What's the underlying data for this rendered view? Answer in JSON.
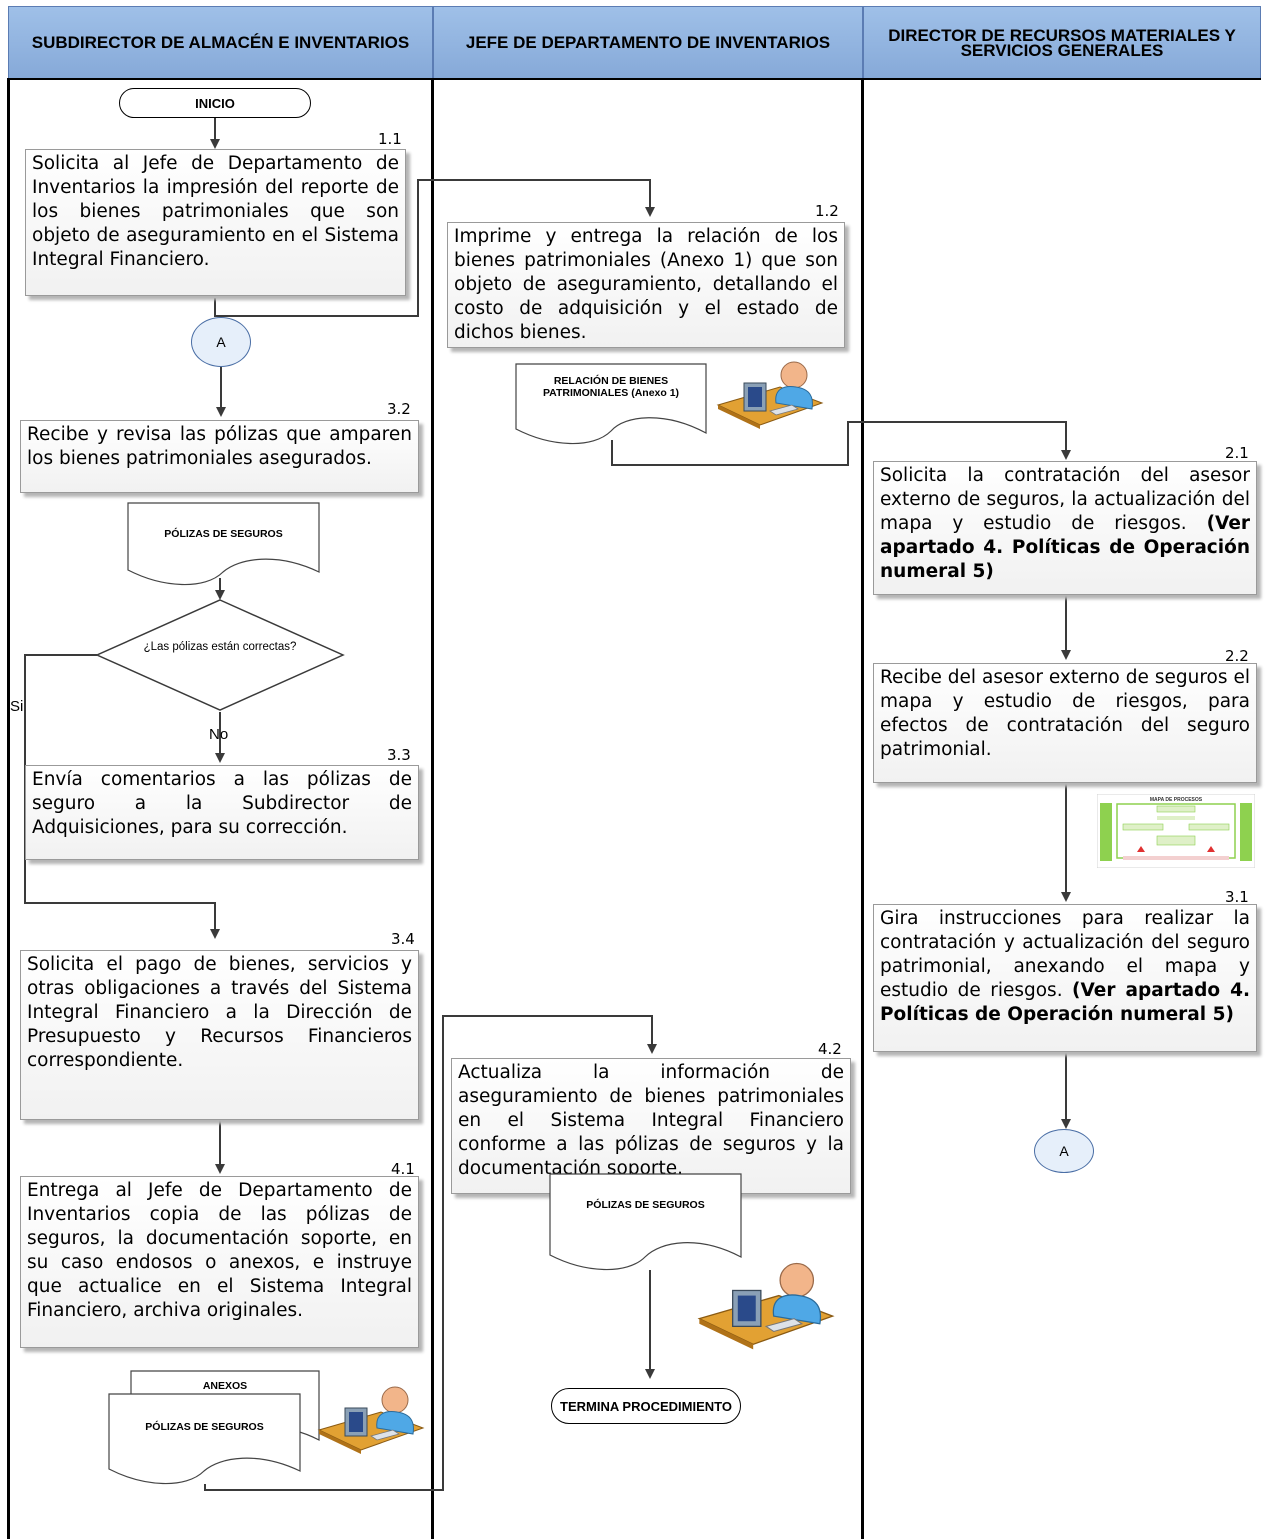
{
  "lanes": {
    "lane1": "SUBDIRECTOR DE ALMACÉN E INVENTARIOS",
    "lane2": "JEFE DE DEPARTAMENTO DE INVENTARIOS",
    "lane3": "DIRECTOR DE RECURSOS MATERIALES Y SERVICIOS GENERALES"
  },
  "terminals": {
    "start": "INICIO",
    "end": "TERMINA PROCEDIMIENTO"
  },
  "connectors": {
    "a1": "A",
    "a2": "A"
  },
  "steps": {
    "s1_1": {
      "num": "1.1",
      "text": "Solicita al Jefe de Departamento de Inventarios la impresión del reporte de los bienes patrimoniales que son objeto de aseguramiento en el Sistema Integral Financiero."
    },
    "s1_2": {
      "num": "1.2",
      "text": "Imprime y entrega la relación de los bienes patrimoniales (Anexo 1) que son objeto de aseguramiento, detallando el costo de adquisición y el estado de dichos bienes."
    },
    "s2_1": {
      "num": "2.1",
      "text": "Solicita la contratación del asesor externo de seguros, la actualización del mapa y estudio de riesgos.",
      "bold": "(Ver apartado 4. Políticas de Operación numeral 5)"
    },
    "s2_2": {
      "num": "2.2",
      "text": "Recibe del asesor externo de seguros el mapa y estudio de riesgos, para efectos de contratación del seguro patrimonial."
    },
    "s3_1": {
      "num": "3.1",
      "text": "Gira instrucciones para realizar la contratación y actualización del seguro patrimonial, anexando el mapa y estudio de riesgos.",
      "bold": "(Ver apartado 4. Políticas de Operación numeral 5)"
    },
    "s3_2": {
      "num": "3.2",
      "text": "Recibe y revisa las pólizas que amparen los bienes patrimoniales asegurados."
    },
    "s3_3": {
      "num": "3.3",
      "text": "Envía comentarios a las pólizas de seguro a la Subdirector de Adquisiciones, para su corrección."
    },
    "s3_4": {
      "num": "3.4",
      "text": "Solicita el pago de bienes, servicios y otras obligaciones a través del Sistema Integral Financiero a la Dirección de Presupuesto y Recursos Financieros correspondiente."
    },
    "s4_1": {
      "num": "4.1",
      "text": "Entrega al Jefe de Departamento de Inventarios copia de las pólizas de seguros, la documentación soporte, en su caso endosos o anexos, e instruye que actualice en el Sistema Integral Financiero, archiva originales."
    },
    "s4_2": {
      "num": "4.2",
      "text": "Actualiza la información de aseguramiento de bienes patrimoniales en el Sistema Integral Financiero conforme a las pólizas de seguros y la documentación soporte."
    }
  },
  "documents": {
    "relacion": "RELACIÓN DE BIENES PATRIMONIALES (Anexo 1)",
    "polizas1": "PÓLIZAS DE SEGUROS",
    "polizas2": "PÓLIZAS DE SEGUROS",
    "anexos": "ANEXOS",
    "polizas3": "PÓLIZAS DE SEGUROS"
  },
  "decision": {
    "question": "¿Las pólizas están correctas?",
    "yes": "Si",
    "no": "No"
  },
  "process_map": {
    "title": "MAPA DE PROCESOS"
  },
  "colors": {
    "header": "#8eb2e0",
    "connector": "#e6effa",
    "line": "#3a3a3a",
    "map_green": "#8ed14f"
  }
}
